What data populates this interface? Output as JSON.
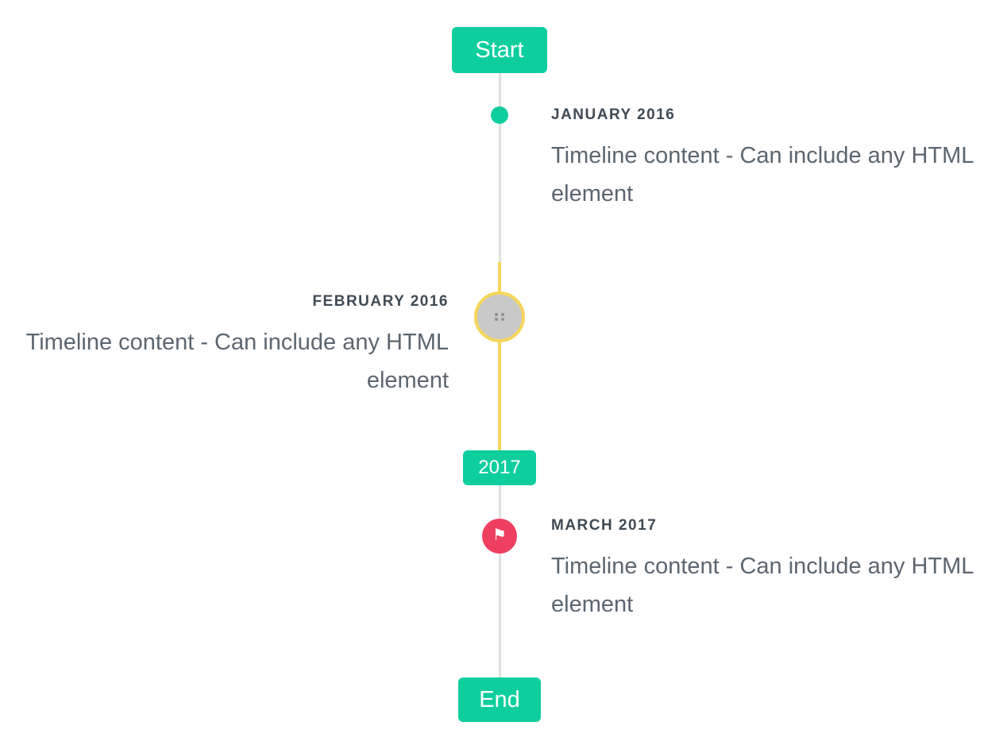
{
  "colors": {
    "teal": "#0ece9e",
    "yellow": "#f5d65b",
    "red": "#ee3f60",
    "line_gray": "#e0e0e0",
    "marker_gray": "#c9c9c9",
    "title_text": "#3f4a54",
    "content_text": "#5c6670"
  },
  "icons": {
    "flag": "⚑"
  },
  "timeline": {
    "start_badge": "Start",
    "year_badge": "2017",
    "end_badge": "End",
    "items": [
      {
        "title": "JANUARY 2016",
        "content": "Timeline content - Can include any HTML element",
        "side": "right",
        "marker": "teal-dot"
      },
      {
        "title": "FEBRUARY 2016",
        "content": "Timeline content - Can include any HTML element",
        "side": "left",
        "marker": "image-circle"
      },
      {
        "title": "MARCH 2017",
        "content": "Timeline content - Can include any HTML element",
        "side": "right",
        "marker": "flag-circle"
      }
    ]
  }
}
